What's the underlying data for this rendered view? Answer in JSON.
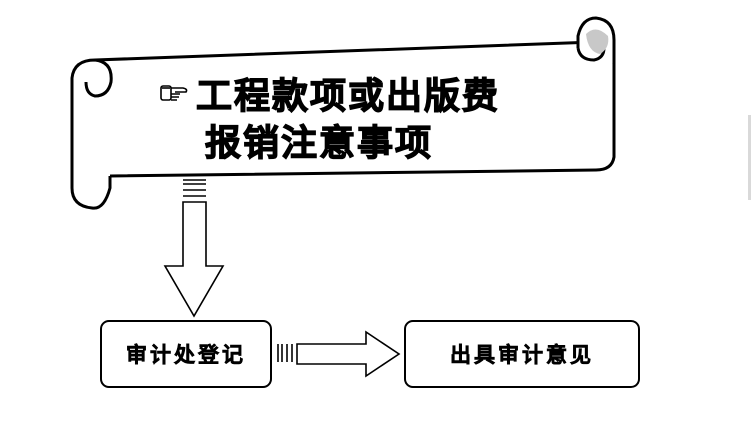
{
  "banner": {
    "icon": "pointing-hand-icon",
    "line1": "工程款项或出版费",
    "line2": "报销注意事项"
  },
  "steps": [
    {
      "label": "审计处登记"
    },
    {
      "label": "出具审计意见"
    }
  ]
}
